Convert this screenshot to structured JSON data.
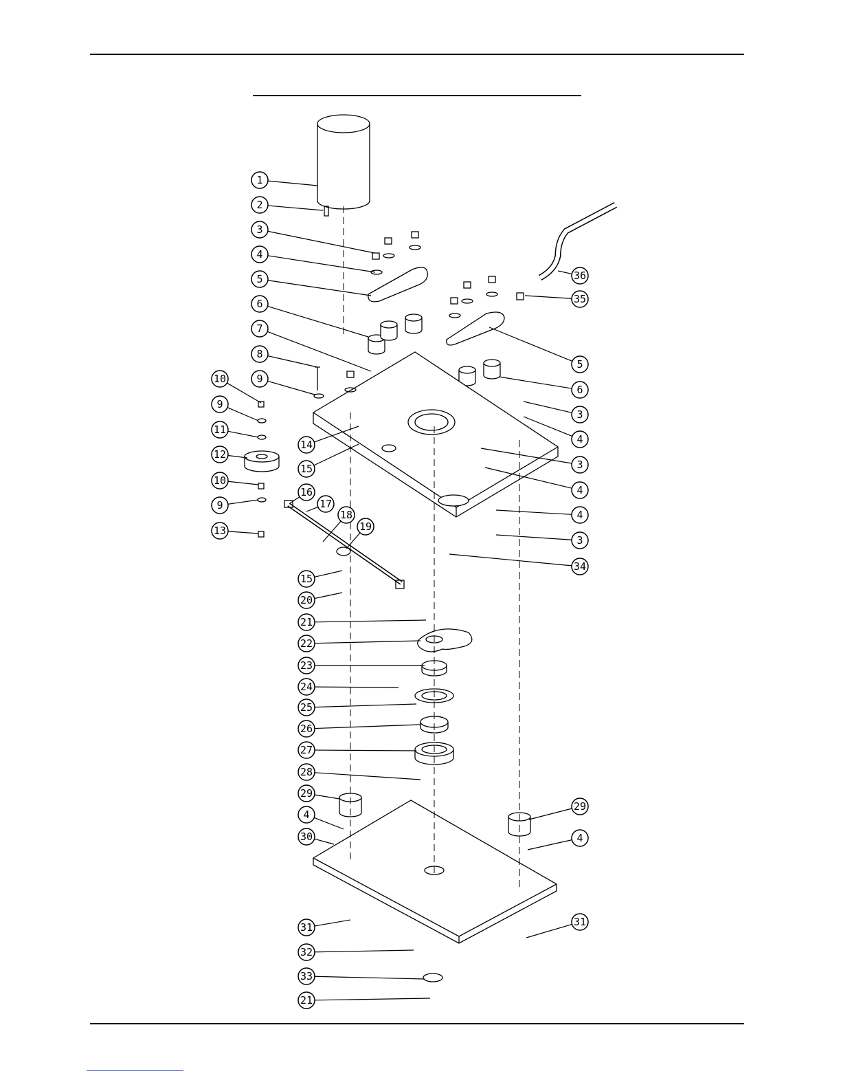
{
  "diagram": {
    "callouts": [
      {
        "label": "1"
      },
      {
        "label": "2"
      },
      {
        "label": "3"
      },
      {
        "label": "4"
      },
      {
        "label": "5"
      },
      {
        "label": "6"
      },
      {
        "label": "7"
      },
      {
        "label": "8"
      },
      {
        "label": "9"
      },
      {
        "label": "10"
      },
      {
        "label": "9"
      },
      {
        "label": "11"
      },
      {
        "label": "12"
      },
      {
        "label": "10"
      },
      {
        "label": "9"
      },
      {
        "label": "13"
      },
      {
        "label": "14"
      },
      {
        "label": "15"
      },
      {
        "label": "16"
      },
      {
        "label": "17"
      },
      {
        "label": "18"
      },
      {
        "label": "19"
      },
      {
        "label": "15"
      },
      {
        "label": "20"
      },
      {
        "label": "21"
      },
      {
        "label": "22"
      },
      {
        "label": "23"
      },
      {
        "label": "24"
      },
      {
        "label": "25"
      },
      {
        "label": "26"
      },
      {
        "label": "27"
      },
      {
        "label": "28"
      },
      {
        "label": "29"
      },
      {
        "label": "4"
      },
      {
        "label": "30"
      },
      {
        "label": "31"
      },
      {
        "label": "32"
      },
      {
        "label": "33"
      },
      {
        "label": "21"
      },
      {
        "label": "36"
      },
      {
        "label": "35"
      },
      {
        "label": "5"
      },
      {
        "label": "6"
      },
      {
        "label": "3"
      },
      {
        "label": "4"
      },
      {
        "label": "3"
      },
      {
        "label": "4"
      },
      {
        "label": "4"
      },
      {
        "label": "3"
      },
      {
        "label": "34"
      },
      {
        "label": "29"
      },
      {
        "label": "4"
      },
      {
        "label": "31"
      }
    ]
  }
}
